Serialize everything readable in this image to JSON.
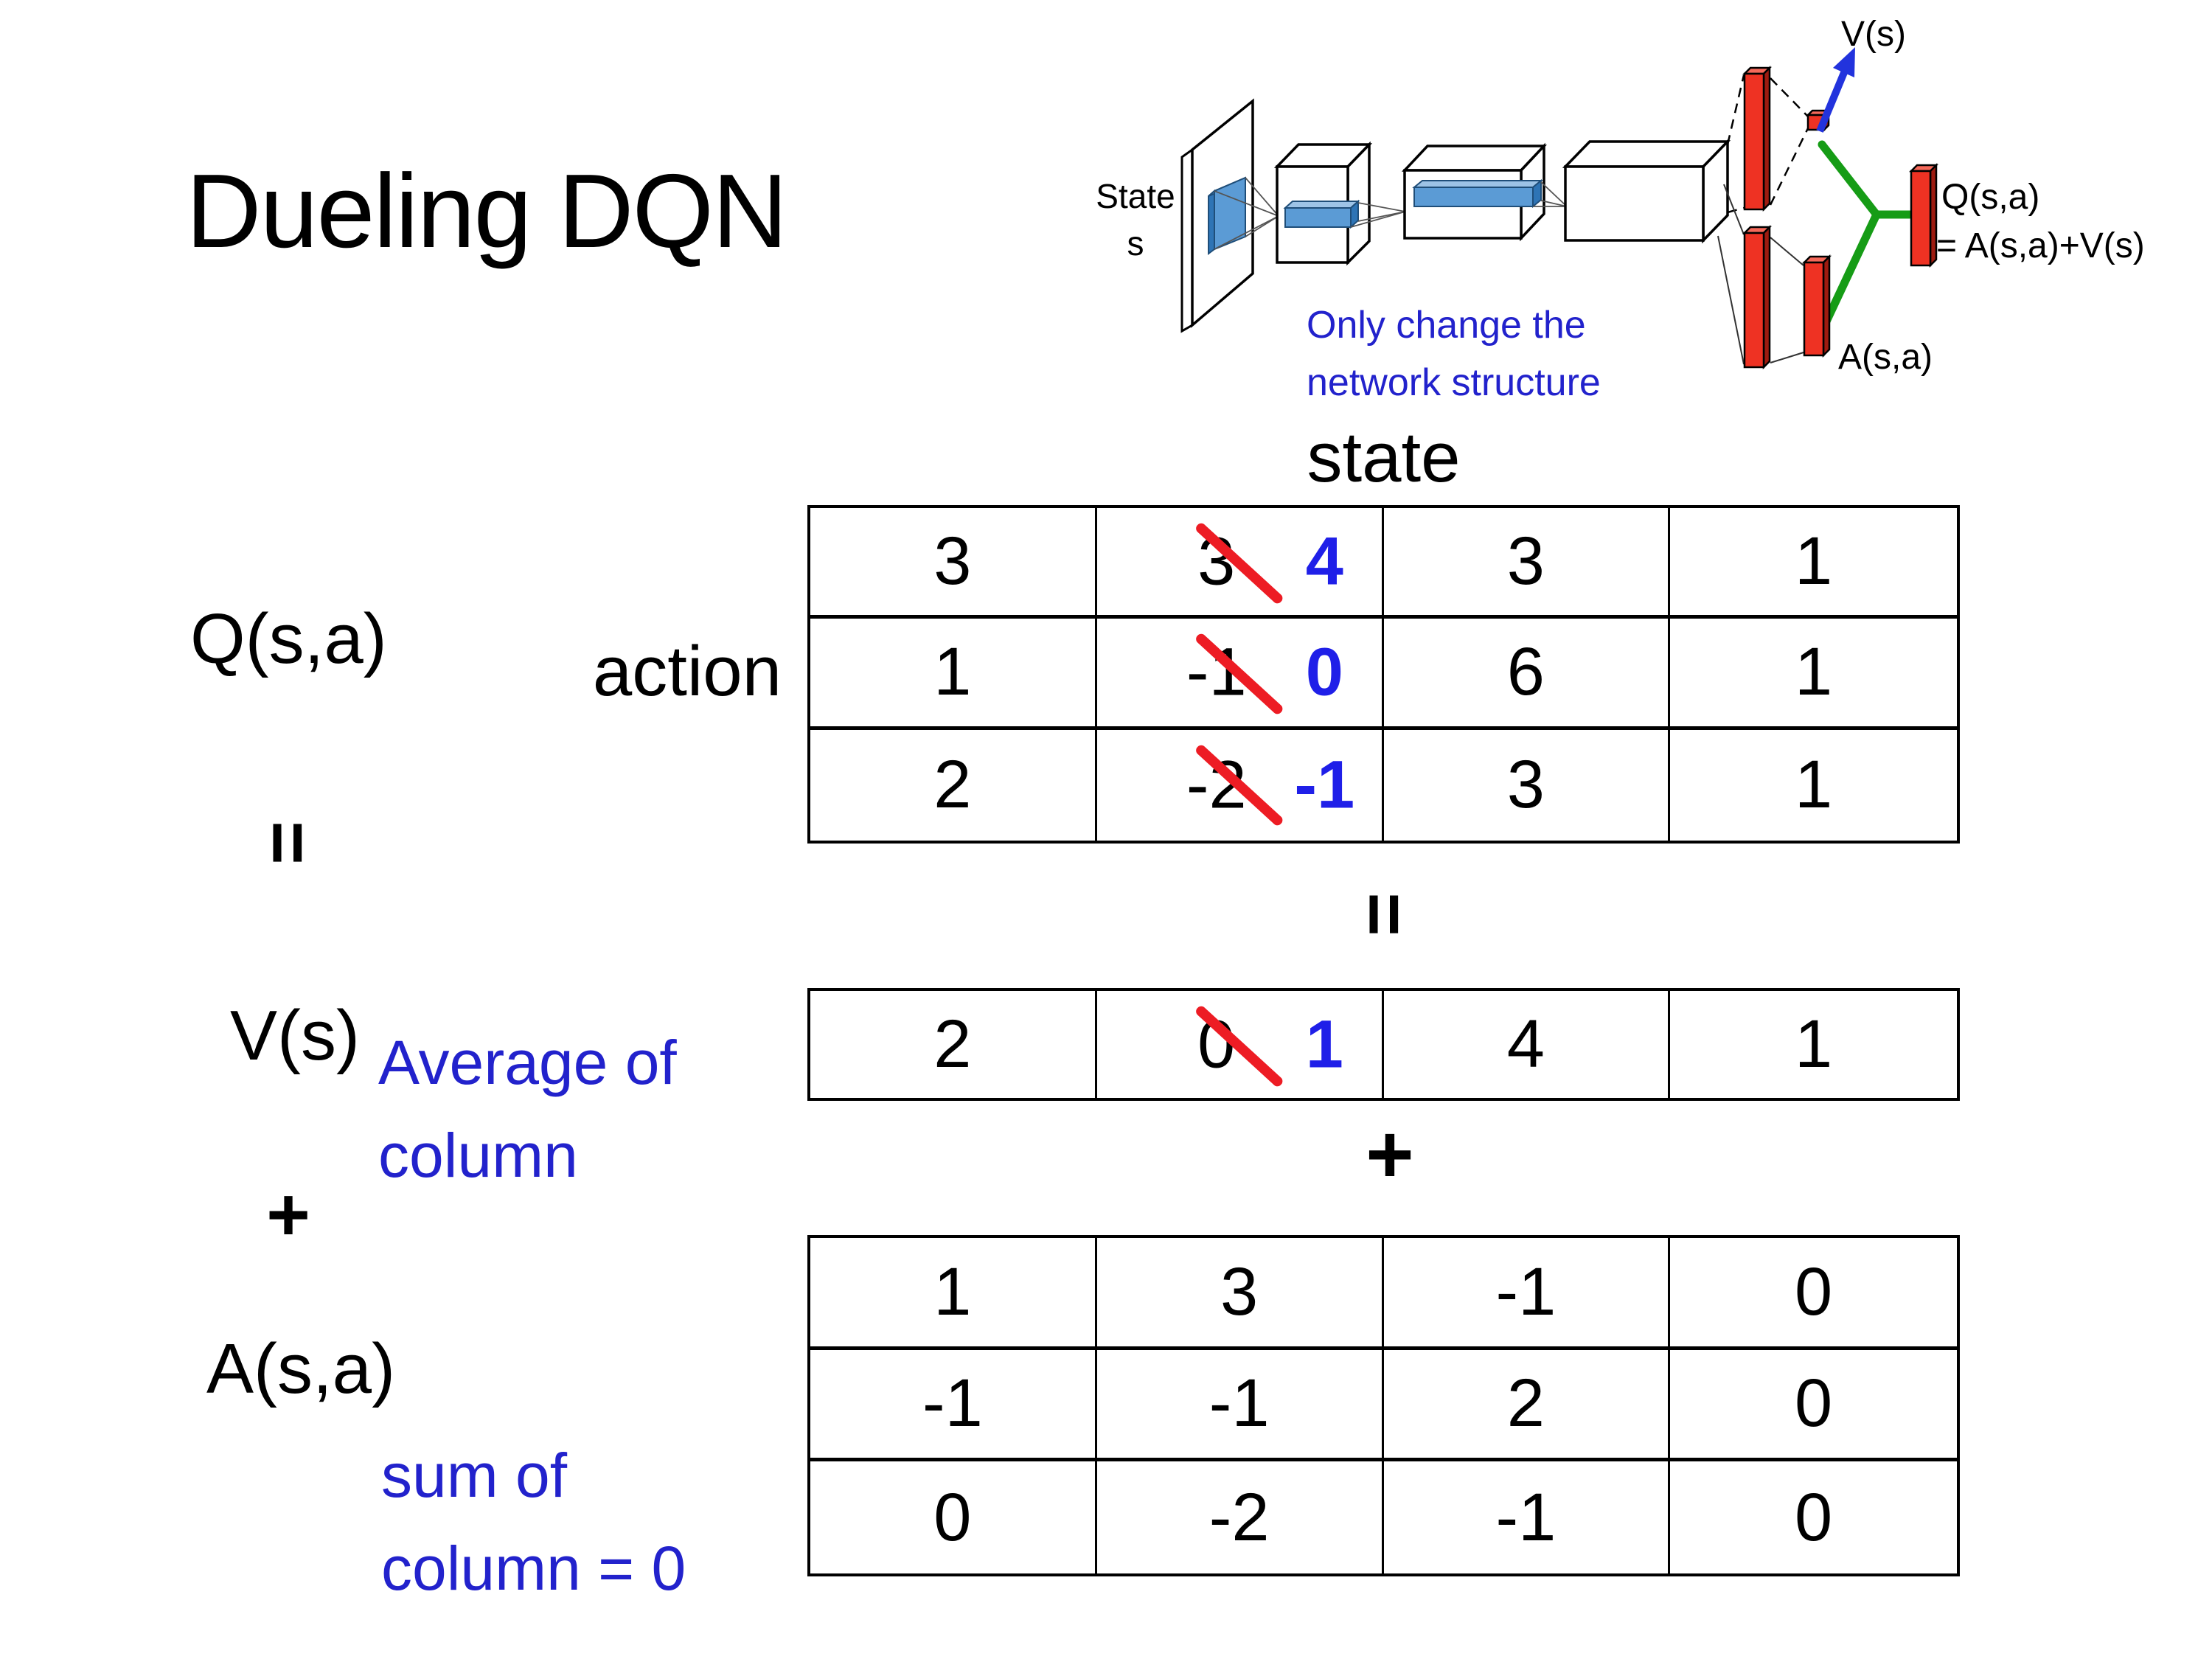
{
  "title": "Dueling DQN",
  "diagram": {
    "state_line1": "State",
    "state_line2": "s",
    "note_line1": "Only change the",
    "note_line2": "network structure",
    "v_out_label": "V(s)",
    "q_out_line1": "Q(s,a)",
    "q_out_line2": "= A(s,a)+V(s)",
    "a_out_label": "A(s,a)"
  },
  "equation": {
    "q_label": "Q(s,a)",
    "state_label": "state",
    "action_label": "action",
    "equals_left": "=",
    "equals_center": "=",
    "plus_left": "+",
    "plus_center": "+",
    "v_label": "V(s)",
    "v_note_line1": "Average of",
    "v_note_line2": "column",
    "a_label": "A(s,a)",
    "a_note_line1": "sum of",
    "a_note_line2": "column = 0"
  },
  "q_table": {
    "rows": [
      [
        "3",
        {
          "old": "3",
          "new": "4"
        },
        "3",
        "1"
      ],
      [
        "1",
        {
          "old": "-1",
          "new": "0"
        },
        "6",
        "1"
      ],
      [
        "2",
        {
          "old": "-2",
          "new": "-1"
        },
        "3",
        "1"
      ]
    ]
  },
  "v_table": {
    "row": [
      "2",
      {
        "old": "0",
        "new": "1"
      },
      "4",
      "1"
    ]
  },
  "a_table": {
    "rows": [
      [
        "1",
        "3",
        "-1",
        "0"
      ],
      [
        "-1",
        "-1",
        "2",
        "0"
      ],
      [
        "0",
        "-2",
        "-1",
        "0"
      ]
    ]
  },
  "colors": {
    "annotation_blue": "#2222CC",
    "number_blue": "#1F1FE8",
    "slash_red": "#ED1C24",
    "bar_red": "#EE3223",
    "connector_green": "#169C16",
    "conv_blue": "#5B9BD5",
    "arrow_blue": "#2233DD"
  }
}
